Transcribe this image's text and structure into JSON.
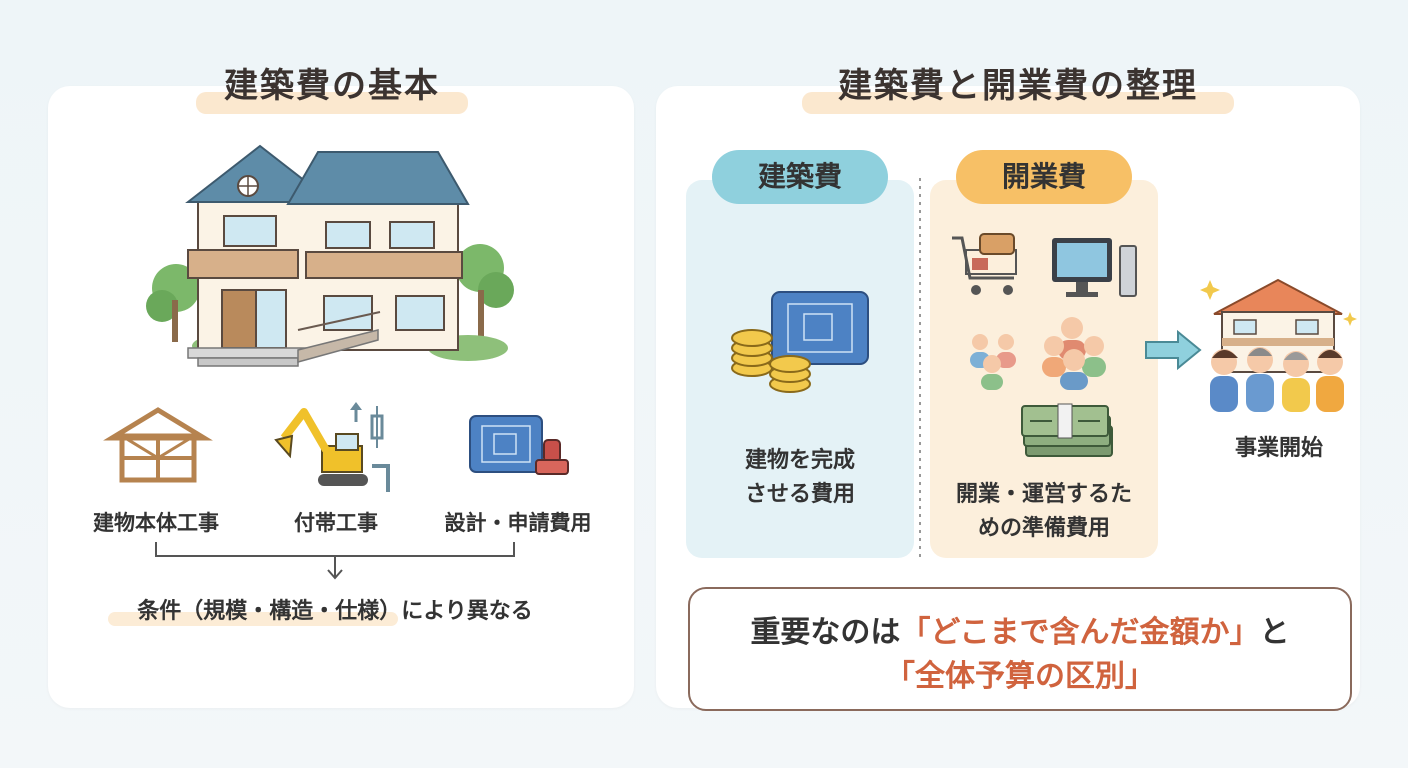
{
  "left": {
    "title": "建築費の基本",
    "items": [
      {
        "label": "建物本体工事",
        "icon": "house-frame-icon"
      },
      {
        "label": "付帯工事",
        "icon": "excavator-icon"
      },
      {
        "label": "設計・申請費用",
        "icon": "blueprint-stamp-icon"
      }
    ],
    "conclusion": "条件（規模・構造・仕様）により異なる"
  },
  "right": {
    "title": "建築費と開業費の整理",
    "construction": {
      "label": "建築費",
      "desc_line1": "建物を完成",
      "desc_line2": "させる費用"
    },
    "opening": {
      "label": "開業費",
      "desc_line1": "開業・運営するた",
      "desc_line2": "めの準備費用"
    },
    "result": "事業開始",
    "note": {
      "line1_prefix": "重要なのは",
      "line1_highlight": "「どこまで含んだ金額か」",
      "line1_suffix": "と",
      "line2_highlight": "「全体予算の区別」"
    }
  },
  "colors": {
    "construction": "#8fd0dd",
    "opening": "#f7c066",
    "accent": "#d0633e",
    "title_highlight": "#fbe8cf"
  }
}
